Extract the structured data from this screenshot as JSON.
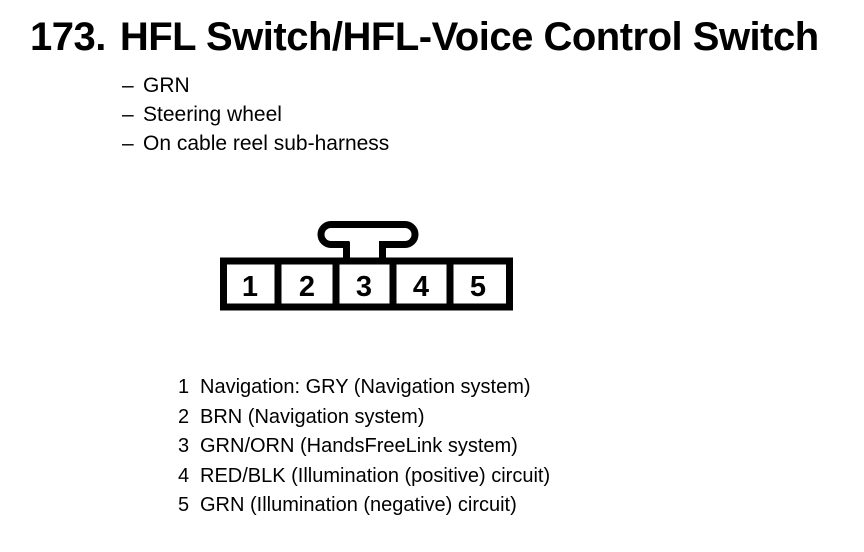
{
  "page": {
    "background": "#ffffff",
    "ink": "#000000"
  },
  "figure": {
    "number": "173.",
    "title": "HFL Switch/HFL-Voice Control Switch"
  },
  "notes": {
    "bullet": "–",
    "items": [
      "GRN",
      "Steering wheel",
      "On cable reel sub-harness"
    ]
  },
  "connector": {
    "cavities": [
      "1",
      "2",
      "3",
      "4",
      "5"
    ]
  },
  "pins": [
    {
      "number": "1",
      "description": "Navigation: GRY (Navigation system)"
    },
    {
      "number": "2",
      "description": "BRN (Navigation system)"
    },
    {
      "number": "3",
      "description": "GRN/ORN (HandsFreeLink system)"
    },
    {
      "number": "4",
      "description": "RED/BLK (Illumination (positive) circuit)"
    },
    {
      "number": "5",
      "description": "GRN (Illumination (negative) circuit)"
    }
  ]
}
